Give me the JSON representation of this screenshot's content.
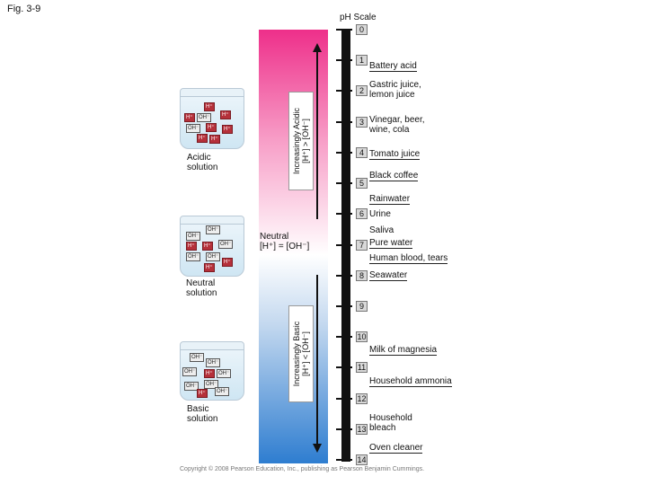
{
  "figure_label": "Fig. 3-9",
  "title": "pH Scale",
  "scale_numbers": [
    "0",
    "1",
    "2",
    "3",
    "4",
    "5",
    "6",
    "7",
    "8",
    "9",
    "10",
    "11",
    "12",
    "13",
    "14"
  ],
  "examples": {
    "battery_acid": "Battery acid",
    "gastric_1": "Gastric juice,",
    "gastric_2": "lemon juice",
    "vinegar_1": "Vinegar, beer,",
    "vinegar_2": "wine, cola",
    "tomato": "Tomato juice",
    "coffee": "Black coffee",
    "rainwater": "Rainwater",
    "urine": "Urine",
    "saliva": "Saliva",
    "pure_water": "Pure water",
    "blood": "Human blood, tears",
    "seawater": "Seawater",
    "milk": "Milk of magnesia",
    "ammonia": "Household ammonia",
    "bleach_1": "Household",
    "bleach_2": "bleach",
    "oven": "Oven cleaner"
  },
  "acidic_arrow": {
    "line1": "Increasingly Acidic",
    "line2": "[H⁺] > [OH⁻]"
  },
  "basic_arrow": {
    "line1": "Increasingly Basic",
    "line2": "[H⁺] < [OH⁻]"
  },
  "neutral": {
    "line1": "Neutral",
    "line2": "[H⁺] = [OH⁻]"
  },
  "beakers": {
    "acidic_1": "Acidic",
    "acidic_2": "solution",
    "neutral_1": "Neutral",
    "neutral_2": "solution",
    "basic_1": "Basic",
    "basic_2": "solution"
  },
  "ions": {
    "h": "H⁺",
    "oh": "OH⁻"
  },
  "copyright": "Copyright © 2008 Pearson Education, Inc., publishing as Pearson Benjamin Cummings."
}
